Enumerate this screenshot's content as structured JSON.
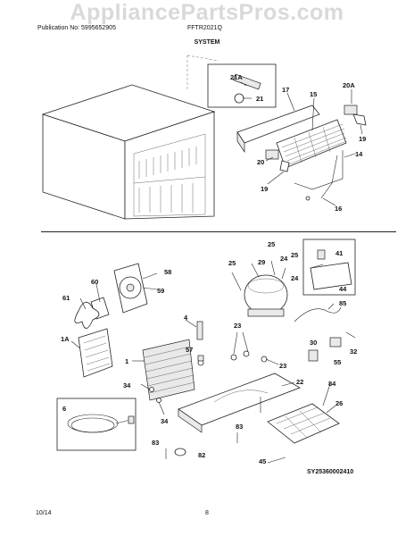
{
  "watermark": "AppliancePartsPros.com",
  "header": {
    "publication": "Publication No: 5995652905",
    "model": "FFTR2021Q",
    "section_title": "SYSTEM"
  },
  "footer": {
    "date": "10/14",
    "page": "8"
  },
  "diagram_code": "SY25360002410",
  "callouts": {
    "c21A": "21A",
    "c21": "21",
    "c17": "17",
    "c15": "15",
    "c20A": "20A",
    "c19a": "19",
    "c20": "20",
    "c19b": "19",
    "c14": "14",
    "c16": "16",
    "c25a": "25",
    "c25b": "25",
    "c29": "29",
    "c24a": "24",
    "c25c": "25",
    "c24b": "24",
    "c58": "58",
    "c59": "59",
    "c60": "60",
    "c61": "61",
    "c41": "41",
    "c44": "44",
    "c85": "85",
    "c4": "4",
    "c23a": "23",
    "c23b": "23",
    "c57": "57",
    "c1A": "1A",
    "c1": "1",
    "c30": "30",
    "c55": "55",
    "c32": "32",
    "c34a": "34",
    "c22": "22",
    "c84": "84",
    "c26": "26",
    "c6": "6",
    "c34b": "34",
    "c83a": "83",
    "c83b": "83",
    "c82": "82",
    "c45": "45"
  }
}
